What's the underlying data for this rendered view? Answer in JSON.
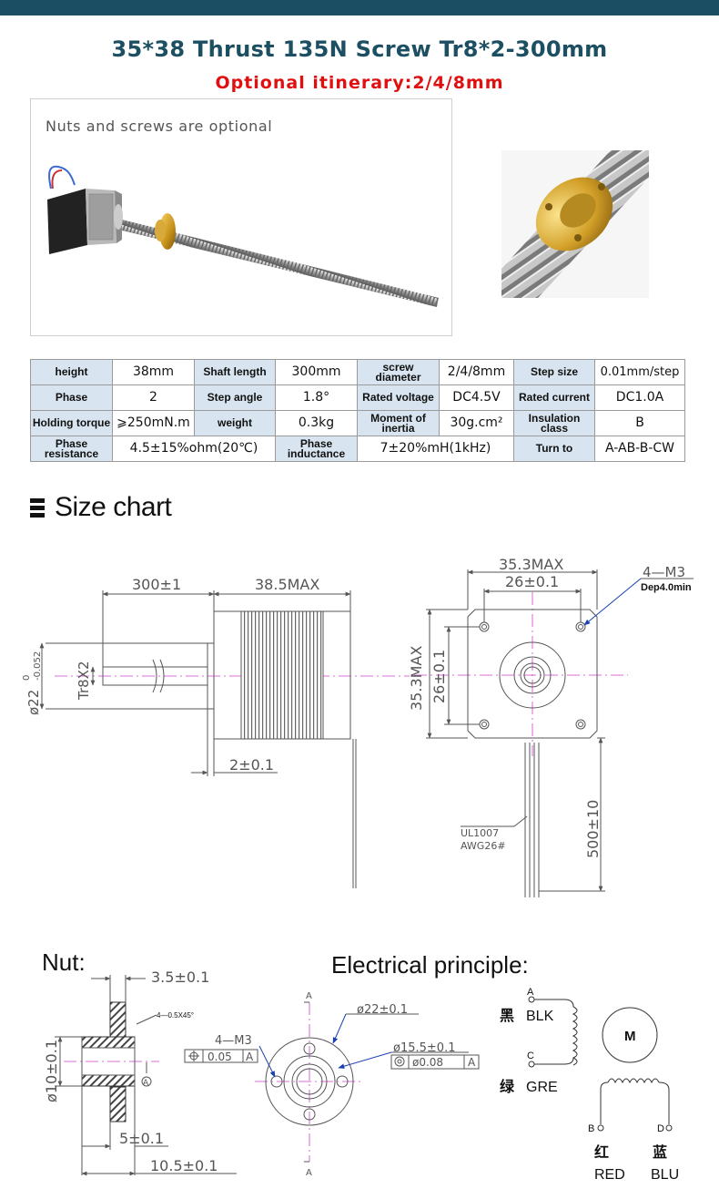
{
  "header": {
    "title": "35*38 Thrust 135N Screw Tr8*2-300mm",
    "subtitle": "Optional itinerary:2/4/8mm"
  },
  "photo": {
    "caption": "Nuts and screws are optional"
  },
  "specs": {
    "rows": [
      [
        {
          "k": "height",
          "v": "38mm"
        },
        {
          "k": "Shaft length",
          "v": "300mm"
        },
        {
          "k": "screw diameter",
          "v": "2/4/8mm"
        },
        {
          "k": "Step size",
          "v": "0.01mm/step"
        }
      ],
      [
        {
          "k": "Phase",
          "v": "2"
        },
        {
          "k": "Step angle",
          "v": "1.8°"
        },
        {
          "k": "Rated voltage",
          "v": "DC4.5V"
        },
        {
          "k": "Rated current",
          "v": "DC1.0A"
        }
      ],
      [
        {
          "k": "Holding torque",
          "v": "⩾250mN.m"
        },
        {
          "k": "weight",
          "v": "0.3kg"
        },
        {
          "k": "Moment of inertia",
          "v": "30g.cm²"
        },
        {
          "k": "Insulation class",
          "v": "B"
        }
      ],
      [
        {
          "k": "Phase resistance",
          "v": "4.5±15%ohm(20℃)"
        },
        {
          "k": "Phase inductance",
          "v": "7±20%mH(1kHz)"
        },
        {
          "k": "Turn to",
          "v": "A-AB-B-CW"
        }
      ]
    ]
  },
  "size_chart": {
    "heading": "Size chart",
    "side_view": {
      "dim_length": "300±1",
      "dim_body": "38.5MAX",
      "dim_flange": "2±0.1",
      "dim_boss_diameter": "ø22",
      "dim_boss_tol_upper": "0",
      "dim_boss_tol_lower": "-0.052",
      "thread": "Tr8X2"
    },
    "front_view": {
      "dim_width": "35.3MAX",
      "dim_hole_spacing": "26±0.1",
      "dim_height": "35.3MAX",
      "dim_hole_spacing_v": "26±0.1",
      "holes": "4—M3",
      "depth": "Dep4.0min",
      "wire_spec_1": "UL1007",
      "wire_spec_2": "AWG26#",
      "wire_length": "500±10"
    }
  },
  "nut": {
    "heading": "Nut:",
    "dim_flange": "3.5±0.1",
    "chamfer": "4—0.5X45°",
    "dim_bore": "ø10±0.1",
    "datum": "A",
    "dim_step": "5±0.1",
    "dim_total": "10.5±0.1",
    "holes": "4—M3",
    "pos_tol": "0.05",
    "flange_diameter": "ø22±0.1",
    "hub_diameter": "ø15.5±0.1",
    "conc_tol": "ø0.08",
    "section_label": "A"
  },
  "electrical": {
    "heading": "Electrical principle:",
    "motor": "M",
    "pin_a": "A",
    "pin_c": "C",
    "pin_b": "B",
    "pin_d": "D",
    "black_cn": "黑",
    "black": "BLK",
    "green_cn": "绿",
    "green": "GRE",
    "red_cn": "红",
    "red": "RED",
    "blue_cn": "蓝",
    "blue": "BLU"
  },
  "colors": {
    "header_bar": "#1c4e63",
    "title": "#1d4f63",
    "subtitle": "#e01010",
    "table_key_bg": "#d8e5f0",
    "drawing_line": "#555555",
    "center_line": "#d040d0",
    "dimension_line": "#1a3fb0"
  }
}
